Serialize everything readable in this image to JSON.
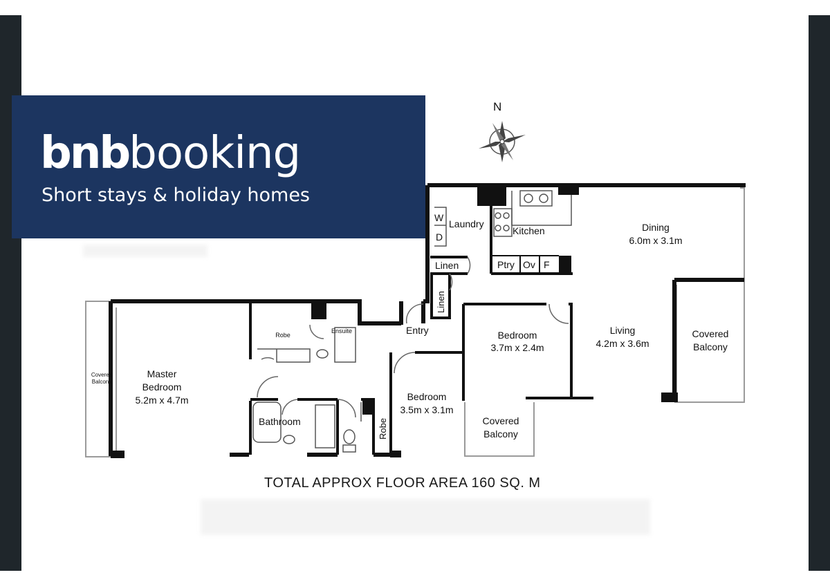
{
  "brand": {
    "logo_part1": "bnb",
    "logo_part2": "booking",
    "tagline": "Short stays & holiday homes"
  },
  "compass": {
    "north_label": "N"
  },
  "rooms": {
    "laundry": "Laundry",
    "laundry_w": "W",
    "laundry_d": "D",
    "kitchen": "Kitchen",
    "pantry": "Ptry",
    "oven": "Ov",
    "fridge": "F",
    "dining_name": "Dining",
    "dining_size": "6.0m x 3.1m",
    "linen1": "Linen",
    "linen2": "Linen",
    "entry": "Entry",
    "bedroom2_name": "Bedroom",
    "bedroom2_size": "3.7m x 2.4m",
    "living_name": "Living",
    "living_size": "4.2m x 3.6m",
    "balcony_right_1": "Covered",
    "balcony_right_2": "Balcony",
    "robe_master": "Robe",
    "ensuite": "Ensuite",
    "balcony_left_1": "Covered",
    "balcony_left_2": "Balcony",
    "master_name_1": "Master",
    "master_name_2": "Bedroom",
    "master_size": "5.2m x 4.7m",
    "bathroom": "Bathroom",
    "bedroom3_name": "Bedroom",
    "bedroom3_size": "3.5m x 3.1m",
    "robe_small": "Robe",
    "balcony_mid_1": "Covered",
    "balcony_mid_2": "Balcony"
  },
  "total_area": "TOTAL APPROX FLOOR AREA 160 SQ. M"
}
